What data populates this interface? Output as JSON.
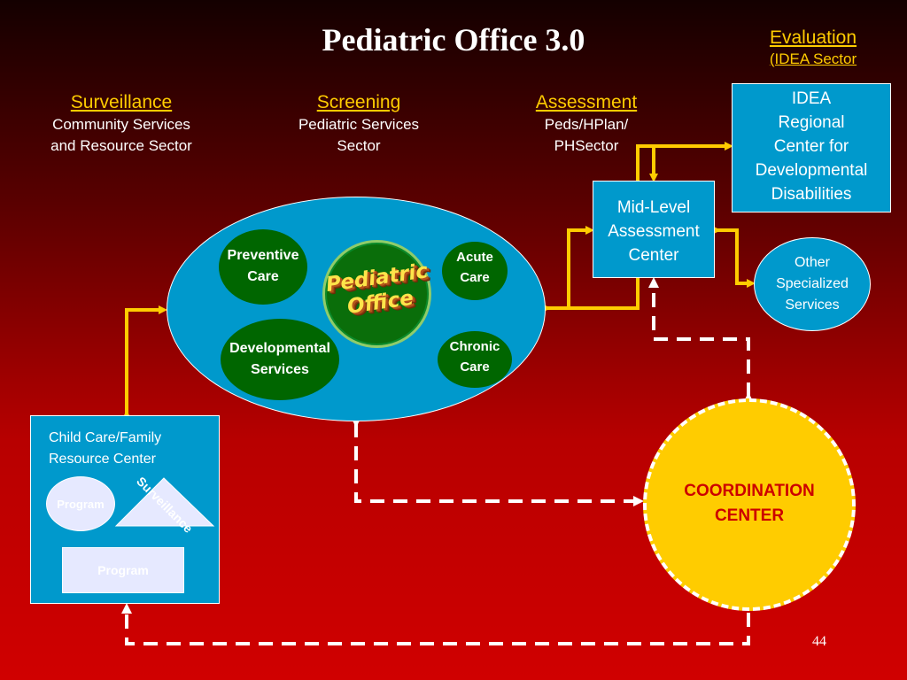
{
  "title": "Pediatric Office 3.0",
  "evaluation": {
    "heading": "Evaluation",
    "sector": "(IDEA Sector"
  },
  "sectors": [
    {
      "heading": "Surveillance",
      "line1": "Community Services",
      "line2": "and Resource Sector"
    },
    {
      "heading": "Screening",
      "line1": "Pediatric Services",
      "line2": "Sector"
    },
    {
      "heading": "Assessment",
      "line1": "Peds/HPlan/",
      "line2": "PHSector"
    }
  ],
  "idea": {
    "lines": [
      "IDEA",
      "Regional",
      "Center for",
      "Developmental",
      "Disabilities"
    ]
  },
  "midlevel": {
    "lines": [
      "Mid-Level",
      "Assessment",
      "Center"
    ]
  },
  "other": {
    "lines": [
      "Other",
      "Specialized",
      "Services"
    ]
  },
  "office": {
    "preventive": [
      "Preventive",
      "Care"
    ],
    "acute": [
      "Acute",
      "Care"
    ],
    "developmental": [
      "Developmental",
      "Services"
    ],
    "chronic": [
      "Chronic",
      "Care"
    ],
    "logo_lines": [
      "Pediatric",
      "Office"
    ]
  },
  "childcare": {
    "lines": [
      "Child Care/Family",
      "Resource Center"
    ],
    "program_oval": "Program",
    "program_rect": "Program",
    "surveillance": "Surveillance"
  },
  "coordination": {
    "lines": [
      "COORDINATION",
      "CENTER"
    ]
  },
  "page_number": "44",
  "colors": {
    "accent_arrow": "#ffcc00",
    "box_blue": "#0099cc",
    "green": "#006600",
    "coordination_fill": "#ffcc00",
    "coordination_text": "#cc0000"
  }
}
